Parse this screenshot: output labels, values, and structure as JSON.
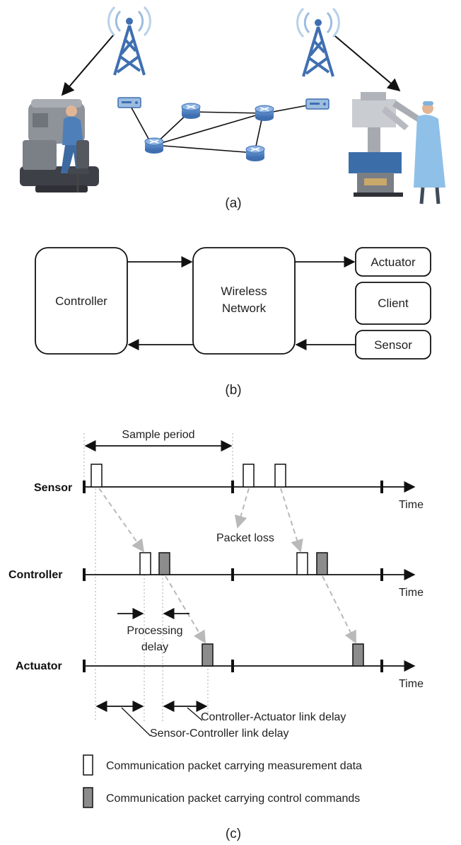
{
  "panel_a": {
    "caption": "(a)"
  },
  "panel_b": {
    "caption": "(b)",
    "controller": "Controller",
    "network_line1": "Wireless",
    "network_line2": "Network",
    "actuator": "Actuator",
    "client": "Client",
    "sensor": "Sensor"
  },
  "panel_c": {
    "caption": "(c)",
    "sample_period": "Sample period",
    "sensor_row": "Sensor",
    "controller_row": "Controller",
    "actuator_row": "Actuator",
    "time_label": "Time",
    "packet_loss": "Packet loss",
    "processing_line1": "Processing",
    "processing_line2": "delay",
    "ca_delay": "Controller-Actuator link delay",
    "sc_delay": "Sensor-Controller link delay",
    "legend_measurement": "Communication packet carrying measurement data",
    "legend_control": "Communication packet carrying control commands"
  },
  "colors": {
    "network_blue": "#3f6fb0",
    "light_blue": "#9cbde0",
    "packet_gray": "#8c8c8c",
    "dashed_gray": "#b9b9b9"
  }
}
